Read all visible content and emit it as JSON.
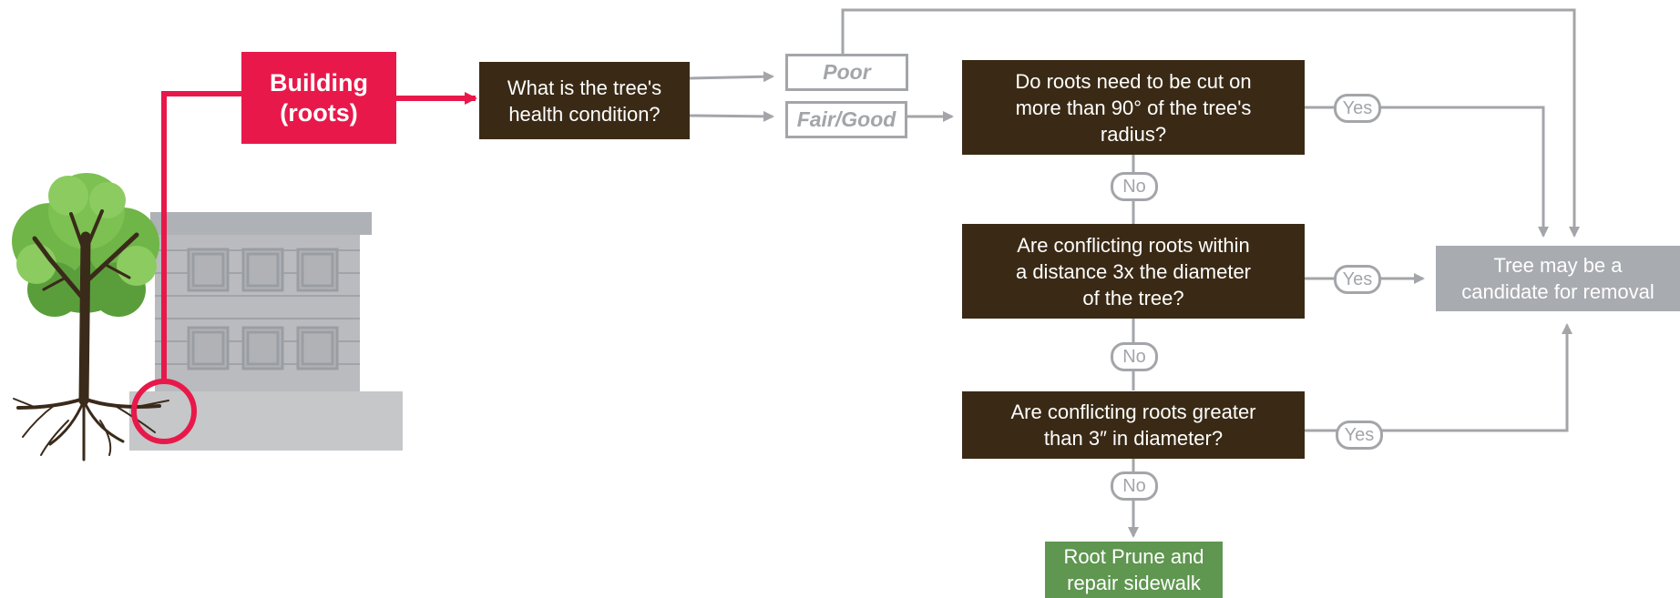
{
  "diagram": {
    "start_label": "Building\n(roots)",
    "question_health": "What is the tree's\nhealth condition?",
    "option_poor": "Poor",
    "option_fair_good": "Fair/Good",
    "question_cut_90": "Do roots need to be cut on\nmore than 90° of the tree's\nradius?",
    "question_distance": "Are conflicting roots within\na distance 3x the diameter\nof the tree?",
    "question_diameter": "Are conflicting roots greater\nthan 3″ in diameter?",
    "outcome_removal": "Tree may be a\ncandidate for removal",
    "outcome_prune": "Root Prune and\nrepair sidewalk",
    "yes_label": "Yes",
    "no_label": "No"
  },
  "colors": {
    "accent_red": "#e8194a",
    "decision_brown": "#3a2a15",
    "connector_grey": "#a3a5a9",
    "removal_grey": "#a8abb0",
    "prune_green": "#5f9650"
  }
}
